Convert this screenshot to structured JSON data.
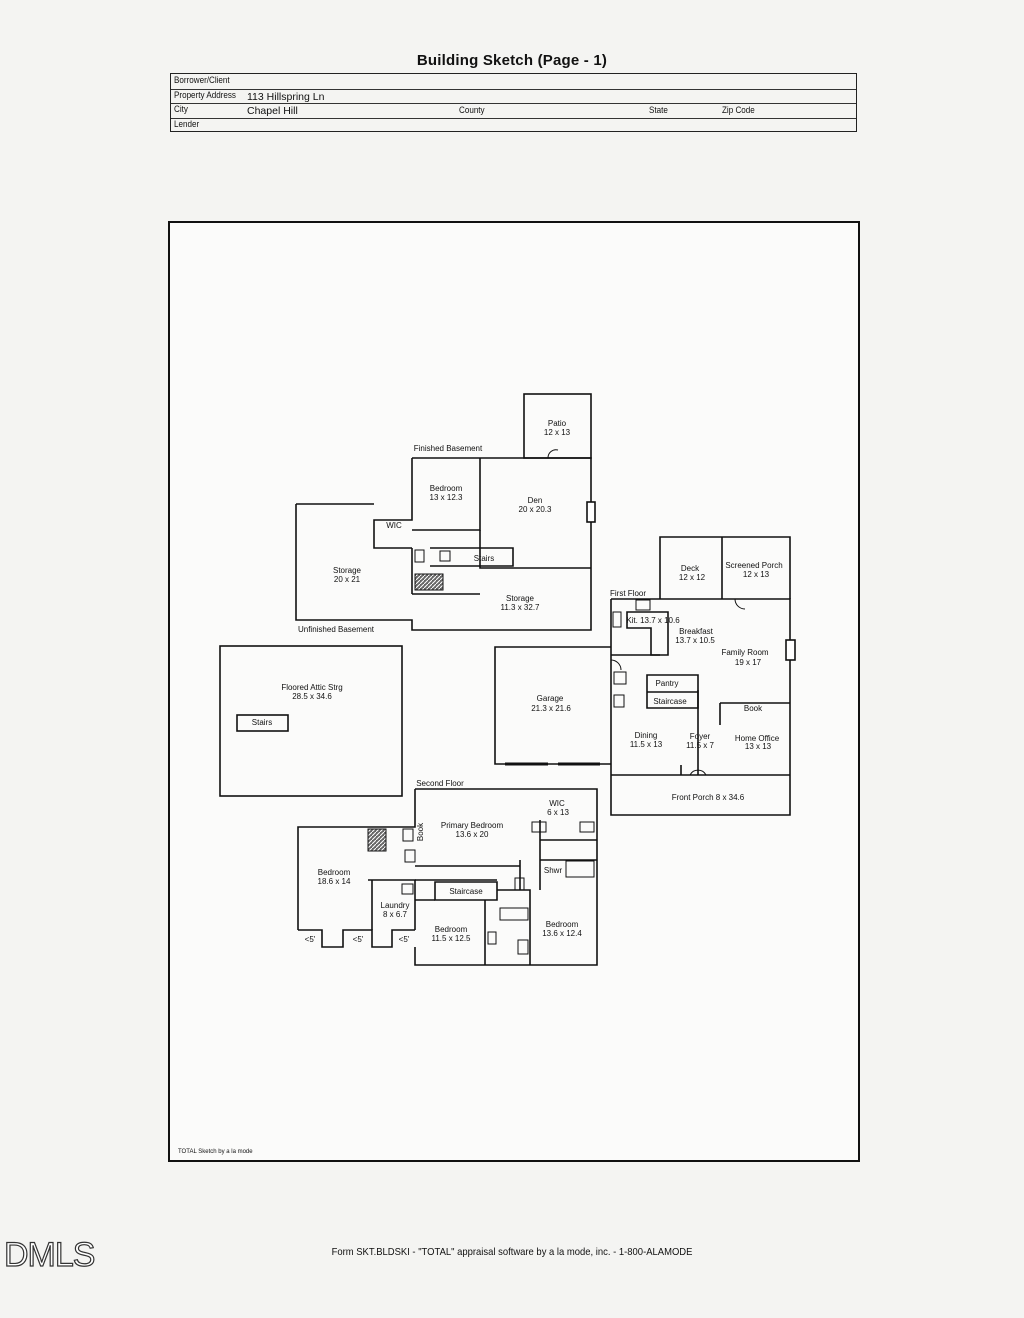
{
  "page_title": "Building Sketch (Page - 1)",
  "header": {
    "borrower_label": "Borrower/Client",
    "property_label": "Property Address",
    "property_value": "113 Hillspring Ln",
    "city_label": "City",
    "city_value": "Chapel Hill",
    "county_label": "County",
    "state_label": "State",
    "zip_label": "Zip Code",
    "lender_label": "Lender"
  },
  "sketch": {
    "sections": {
      "finished_basement": "Finished Basement",
      "unfinished_basement": "Unfinished Basement",
      "first_floor": "First Floor",
      "second_floor": "Second Floor"
    },
    "rooms": {
      "patio": [
        "Patio",
        "12 x 13"
      ],
      "bsmt_bedroom": [
        "Bedroom",
        "13 x 12.3"
      ],
      "den": [
        "Den",
        "20 x 20.3"
      ],
      "wic_bsmt": [
        "WIC"
      ],
      "stairs_bsmt": [
        "Stairs"
      ],
      "storage_left": [
        "Storage",
        "20 x 21"
      ],
      "storage_right": [
        "Storage",
        "11.3 x 32.7"
      ],
      "attic": [
        "Floored Attic Strg",
        "28.5 x 34.6"
      ],
      "attic_stairs": [
        "Stairs"
      ],
      "deck": [
        "Deck",
        "12 x 12"
      ],
      "screened_porch": [
        "Screened Porch",
        "12 x 13"
      ],
      "kit": [
        "Kit. 13.7 x 10.6"
      ],
      "breakfast": [
        "Breakfast",
        "13.7 x 10.5"
      ],
      "family_room": [
        "Family Room",
        "19 x 17"
      ],
      "garage": [
        "Garage",
        "21.3 x 21.6"
      ],
      "pantry": [
        "Pantry"
      ],
      "staircase_1": [
        "Staircase"
      ],
      "book": [
        "Book"
      ],
      "dining": [
        "Dining",
        "11.5 x 13"
      ],
      "foyer": [
        "Foyer",
        "11.5 x 7"
      ],
      "home_office": [
        "Home Office",
        "13 x 13"
      ],
      "front_porch": [
        "Front Porch 8 x 34.6"
      ],
      "wic_2": [
        "WIC",
        "6 x 13"
      ],
      "primary_bedroom": [
        "Primary Bedroom",
        "13.6 x 20"
      ],
      "book_2": [
        "Book"
      ],
      "bedroom_a": [
        "Bedroom",
        "18.6 x 14"
      ],
      "shwr": [
        "Shwr"
      ],
      "staircase_2": [
        "Staircase"
      ],
      "laundry": [
        "Laundry",
        "8 x 6.7"
      ],
      "bedroom_b": [
        "Bedroom",
        "11.5 x 12.5"
      ],
      "bedroom_c": [
        "Bedroom",
        "13.6 x 12.4"
      ],
      "lt5_a": [
        "<5'"
      ],
      "lt5_b": [
        "<5'"
      ],
      "lt5_c": [
        "<5'"
      ]
    },
    "credit": "TOTAL Sketch by a la mode"
  },
  "footer": "Form SKT.BLDSKI - \"TOTAL\" appraisal software by a la mode, inc. - 1-800-ALAMODE",
  "logo_text": "DMLS"
}
